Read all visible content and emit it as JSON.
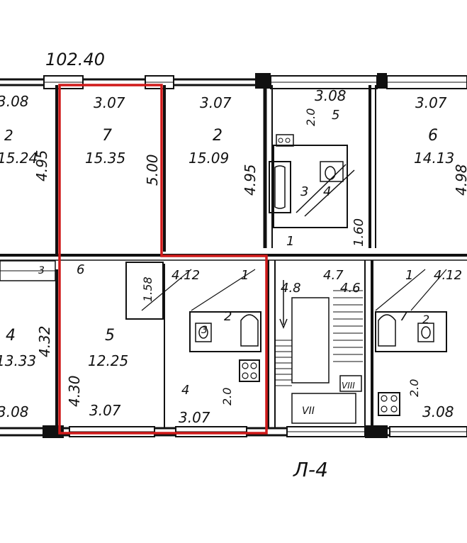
{
  "plan": {
    "top_dimension": "102.40",
    "axis_label": "Л-4",
    "rooms": [
      {
        "id": "left-top",
        "number": "2",
        "area": "15.24",
        "width": "3.08",
        "depth": "4.95"
      },
      {
        "id": "room-7",
        "number": "7",
        "area": "15.35",
        "width": "3.07",
        "depth": "5.00"
      },
      {
        "id": "room-2",
        "number": "2",
        "area": "15.09",
        "width": "3.07",
        "depth": "4.95"
      },
      {
        "id": "room-5-top",
        "number": "5",
        "width": "3.08",
        "depth": "2.0"
      },
      {
        "id": "room-6",
        "number": "6",
        "area": "14.13",
        "width": "3.07",
        "depth": "4.98"
      },
      {
        "id": "room-4-left",
        "number": "4",
        "area": "13.33",
        "width": "3.08",
        "depth": "4.32"
      },
      {
        "id": "room-5",
        "number": "5",
        "area": "12.25",
        "width": "3.07",
        "depth": "4.30"
      },
      {
        "id": "room-4",
        "number": "4",
        "width": "3.07",
        "depth": "2.0"
      },
      {
        "id": "right-bottom",
        "width": "3.08",
        "depth": "2.0"
      }
    ],
    "labels": {
      "bath_num": "3",
      "bath_num2": "4",
      "depth_160": "1.60",
      "corr_num": "1",
      "corr_num_right": "1",
      "hall_left": "6",
      "hall_left_3": "3",
      "hall_depth": "1.58",
      "hall_width": "4.12",
      "hall_width_right": "4.12",
      "stair_a": "4.8",
      "stair_b": "4.7",
      "stair_c": "4.6",
      "wc_num": "2",
      "wc_num_right": "2",
      "wc_left": "3",
      "wc_right": "7",
      "section_vii": "VII",
      "section_viii": "VIII"
    },
    "highlight_color": "#d01a1a"
  }
}
